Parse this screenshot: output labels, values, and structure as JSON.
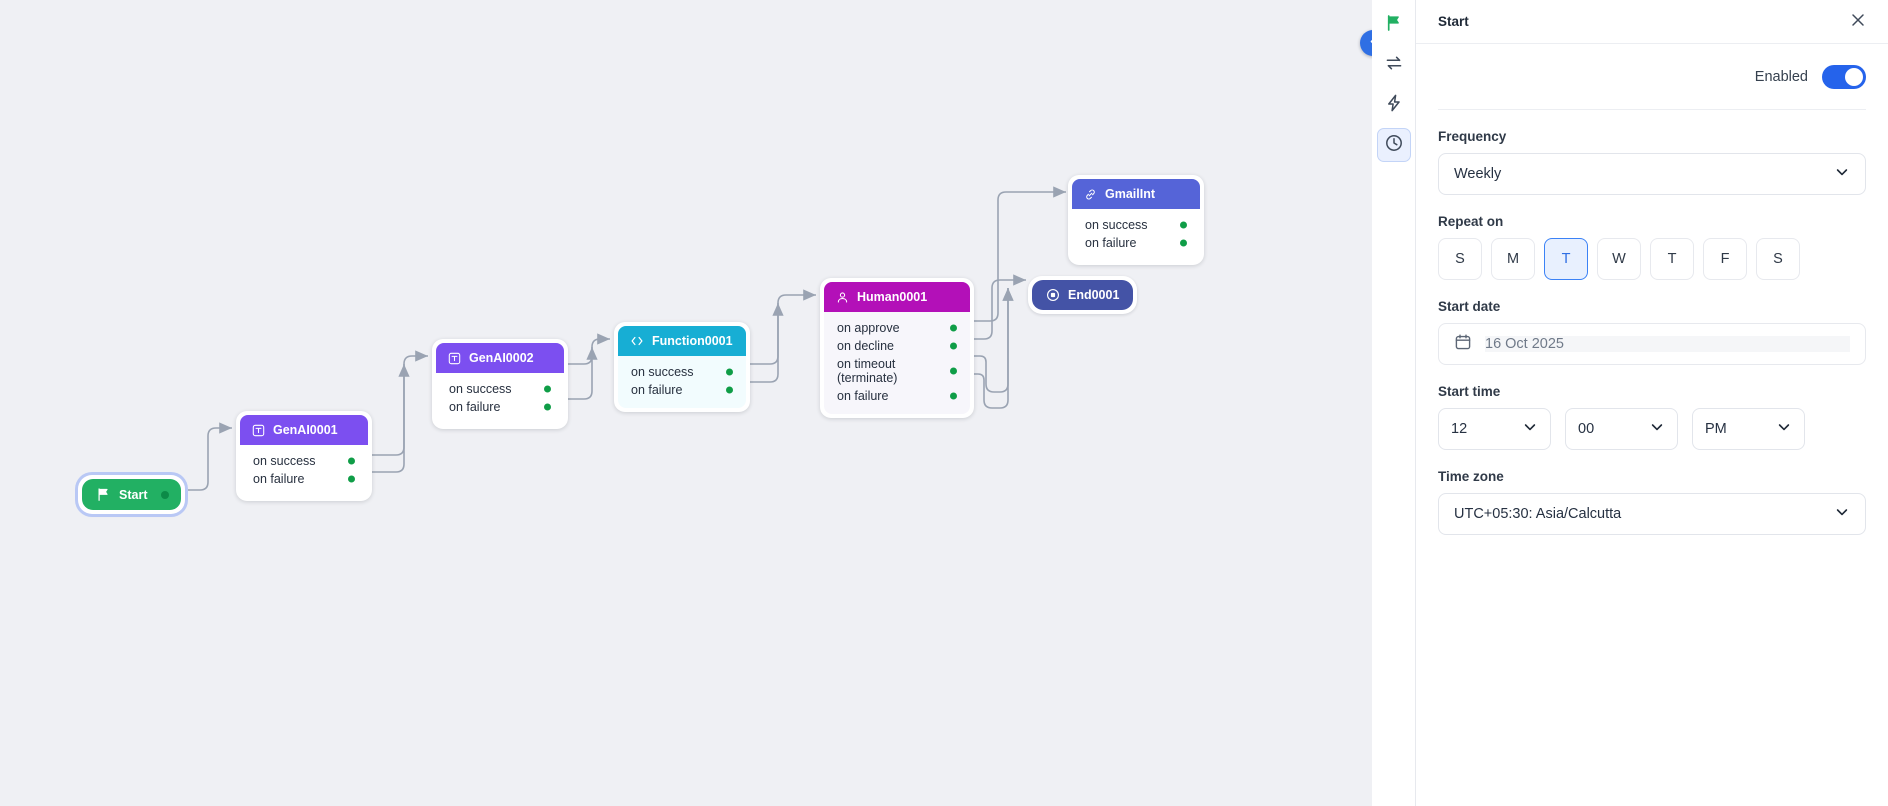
{
  "canvas": {
    "nodes": [
      {
        "id": "start",
        "label": "Start",
        "icon": "flag-icon",
        "type": "pill",
        "variant": "start",
        "selected": true,
        "ports": []
      },
      {
        "id": "genai1",
        "label": "GenAI0001",
        "icon": "text-box-icon",
        "type": "card",
        "variant": "genai",
        "ports": [
          "on success",
          "on failure"
        ]
      },
      {
        "id": "genai2",
        "label": "GenAI0002",
        "icon": "text-box-icon",
        "type": "card",
        "variant": "genai",
        "ports": [
          "on success",
          "on failure"
        ]
      },
      {
        "id": "function1",
        "label": "Function0001",
        "icon": "code-icon",
        "type": "card",
        "variant": "function",
        "ports": [
          "on success",
          "on failure"
        ]
      },
      {
        "id": "human1",
        "label": "Human0001",
        "icon": "person-icon",
        "type": "card",
        "variant": "human",
        "ports": [
          "on approve",
          "on decline",
          "on timeout (terminate)",
          "on failure"
        ]
      },
      {
        "id": "gmail1",
        "label": "GmailInt",
        "icon": "link-icon",
        "type": "card",
        "variant": "integration",
        "ports": [
          "on success",
          "on failure"
        ]
      },
      {
        "id": "end1",
        "label": "End0001",
        "icon": "stop-circle-icon",
        "type": "pill",
        "variant": "end",
        "ports": []
      }
    ],
    "collapse_button": "chevron-left-icon"
  },
  "rail": {
    "items": [
      {
        "name": "flag-icon",
        "active": false
      },
      {
        "name": "swap-icon",
        "active": false
      },
      {
        "name": "bolt-icon",
        "active": false
      },
      {
        "name": "clock-icon",
        "active": true
      }
    ]
  },
  "panel": {
    "title": "Start",
    "close_icon": "close-icon",
    "enabled_label": "Enabled",
    "enabled": true,
    "frequency": {
      "label": "Frequency",
      "value": "Weekly"
    },
    "repeat_on": {
      "label": "Repeat on",
      "days": [
        {
          "letter": "S",
          "selected": false
        },
        {
          "letter": "M",
          "selected": false
        },
        {
          "letter": "T",
          "selected": true
        },
        {
          "letter": "W",
          "selected": false
        },
        {
          "letter": "T",
          "selected": false
        },
        {
          "letter": "F",
          "selected": false
        },
        {
          "letter": "S",
          "selected": false
        }
      ]
    },
    "start_date": {
      "label": "Start date",
      "value": "16 Oct 2025",
      "icon": "calendar-icon"
    },
    "start_time": {
      "label": "Start time",
      "hour": "12",
      "minute": "00",
      "meridiem": "PM"
    },
    "time_zone": {
      "label": "Time zone",
      "value": "UTC+05:30: Asia/Calcutta"
    }
  },
  "colors": {
    "canvas_bg": "#eff0f4",
    "accent_blue": "#2563eb",
    "start_green": "#22b063",
    "genai_purple": "#7c4ff0",
    "function_cyan": "#17aed4",
    "human_magenta": "#b310b8",
    "integration_indigo": "#5564d8",
    "end_slate": "#4453a6"
  }
}
